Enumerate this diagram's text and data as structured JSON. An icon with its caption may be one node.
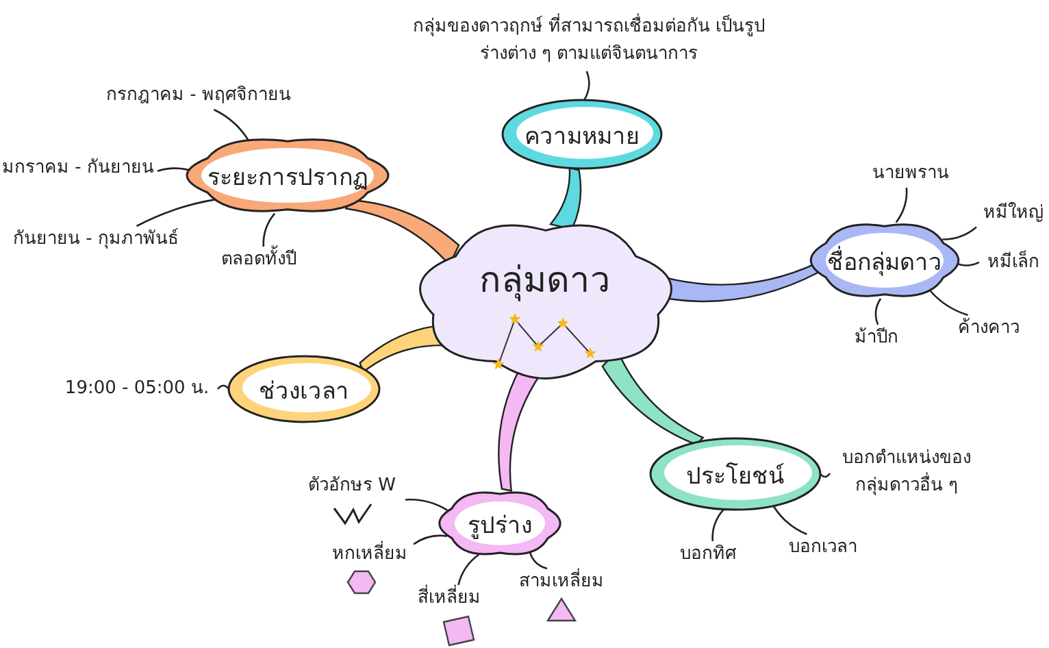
{
  "diagram": {
    "nodes": [
      {
        "text": [
          "กลุ่มดาว"
        ]
      },
      {
        "text": [
          "ความหมาย"
        ]
      },
      {
        "text": [
          "กลุ่มของดาวฤกษ์ ที่สามารถเชื่อมต่อกัน เป็นรูปร่างต่าง ๆ ตามแต่จินตนาการ"
        ]
      },
      {
        "text": [
          "ระยะการปรากฏ"
        ]
      },
      {
        "text": [
          "กรกฎาคม - พฤศจิกายน"
        ]
      },
      {
        "text": [
          "มกราคม - กันยายน"
        ]
      },
      {
        "text": [
          "กันยายน - กุมภาพันธ์"
        ]
      },
      {
        "text": [
          "ตลอดทั้งปี"
        ]
      },
      {
        "text": [
          "ชื่อกลุ่มดาว"
        ]
      },
      {
        "text": [
          "นายพราน"
        ]
      },
      {
        "text": [
          "หมีใหญ่"
        ]
      },
      {
        "text": [
          "หมีเล็ก"
        ]
      },
      {
        "text": [
          "ค้างคาว"
        ]
      },
      {
        "text": [
          "ม้าปีก"
        ]
      },
      {
        "text": [
          "ช่วงเวลา"
        ]
      },
      {
        "text": [
          "19:00 - 05:00 น."
        ]
      },
      {
        "text": [
          "รูปร่าง"
        ]
      },
      {
        "text": [
          "ตัวอักษร W"
        ]
      },
      {
        "text": [
          "หกเหลี่ยม"
        ]
      },
      {
        "text": [
          "สี่เหลี่ยม"
        ]
      },
      {
        "text": [
          "สามเหลี่ยม"
        ]
      },
      {
        "text": [
          "ประโยชน์"
        ]
      },
      {
        "text": [
          "บอกตำแหน่งของ กลุ่มดาวอื่น ๆ"
        ]
      },
      {
        "text": [
          "บอกทิศ"
        ]
      },
      {
        "text": [
          "บอกเวลา"
        ]
      }
    ],
    "edges": [
      {
        "from": 0,
        "to": 1,
        "arrow": "none",
        "style": "thick",
        "color": "#5fd9e0"
      },
      {
        "from": 1,
        "to": 2,
        "arrow": "none"
      },
      {
        "from": 0,
        "to": 3,
        "arrow": "none",
        "style": "thick",
        "color": "#f9a877"
      },
      {
        "from": 3,
        "to": 4,
        "arrow": "none"
      },
      {
        "from": 3,
        "to": 5,
        "arrow": "none"
      },
      {
        "from": 3,
        "to": 6,
        "arrow": "none"
      },
      {
        "from": 3,
        "to": 7,
        "arrow": "none"
      },
      {
        "from": 0,
        "to": 8,
        "arrow": "none",
        "style": "thick",
        "color": "#a9b8f5"
      },
      {
        "from": 8,
        "to": 9,
        "arrow": "none"
      },
      {
        "from": 8,
        "to": 10,
        "arrow": "none"
      },
      {
        "from": 8,
        "to": 11,
        "arrow": "none"
      },
      {
        "from": 8,
        "to": 12,
        "arrow": "none"
      },
      {
        "from": 8,
        "to": 13,
        "arrow": "none"
      },
      {
        "from": 0,
        "to": 14,
        "arrow": "none",
        "style": "thick",
        "color": "#fdd479"
      },
      {
        "from": 14,
        "to": 15,
        "arrow": "none"
      },
      {
        "from": 0,
        "to": 16,
        "arrow": "none",
        "style": "thick",
        "color": "#f4b8f4"
      },
      {
        "from": 16,
        "to": 17,
        "arrow": "none"
      },
      {
        "from": 16,
        "to": 18,
        "arrow": "none"
      },
      {
        "from": 16,
        "to": 19,
        "arrow": "none"
      },
      {
        "from": 16,
        "to": 20,
        "arrow": "none"
      },
      {
        "from": 0,
        "to": 21,
        "arrow": "none",
        "style": "thick",
        "color": "#8de3c4"
      },
      {
        "from": 21,
        "to": 22,
        "arrow": "none"
      },
      {
        "from": 21,
        "to": 23,
        "arrow": "none"
      },
      {
        "from": 21,
        "to": 24,
        "arrow": "none"
      }
    ]
  }
}
